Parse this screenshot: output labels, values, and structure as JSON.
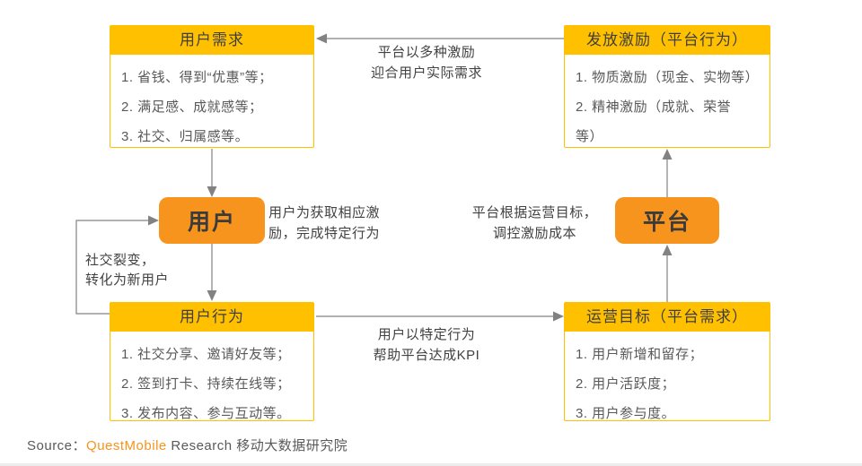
{
  "diagram": {
    "boxes": {
      "user_needs": {
        "title": "用户需求",
        "items": [
          "1. 省钱、得到“优惠”等；",
          "2. 满足感、成就感等；",
          "3. 社交、归属感等。"
        ]
      },
      "incentive": {
        "title": "发放激励（平台行为）",
        "items": [
          "1. 物质激励（现金、实物等）",
          "2. 精神激励（成就、荣誉\n等）"
        ]
      },
      "user": {
        "label": "用户"
      },
      "platform": {
        "label": "平台"
      },
      "user_behavior": {
        "title": "用户行为",
        "items": [
          "1. 社交分享、邀请好友等；",
          "2. 签到打卡、持续在线等；",
          "3. 发布内容、参与互动等。"
        ]
      },
      "operation_goal": {
        "title": "运营目标（平台需求）",
        "items": [
          "1. 用户新增和留存；",
          "2. 用户活跃度；",
          "3. 用户参与度。"
        ]
      }
    },
    "annotations": {
      "incentive_to_needs": "平台以多种激励\n迎合用户实际需求",
      "user_motivation": "用户为获取相应激\n励，完成特定行为",
      "platform_control": "平台根据运营目标，\n调控激励成本",
      "behavior_to_goal": "用户以特定行为\n帮助平台达成KPI",
      "social_fission": "社交裂变，\n转化为新用户"
    },
    "source": {
      "prefix": "Source：",
      "brand": "QuestMobile",
      "suffix": " Research 移动大数据研究院"
    },
    "colors": {
      "header_yellow": "#FFC000",
      "pill_orange": "#F7941E",
      "arrow_gray": "#828282",
      "brand_orange": "#F7941E",
      "body_text": "#595959"
    }
  }
}
